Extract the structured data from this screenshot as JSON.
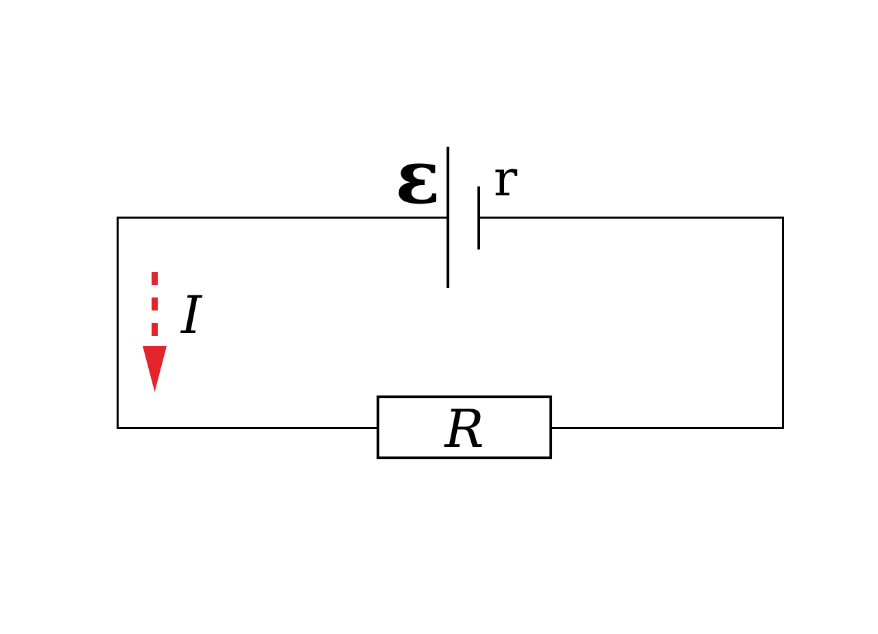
{
  "diagram": {
    "kind": "circuit",
    "colors": {
      "background": "#ffffff",
      "line": "#000000",
      "current_arrow": "#e2242b"
    },
    "labels": {
      "emf": "ε",
      "internal_resistance": "r",
      "current": "I",
      "external_resistance": "R"
    }
  }
}
